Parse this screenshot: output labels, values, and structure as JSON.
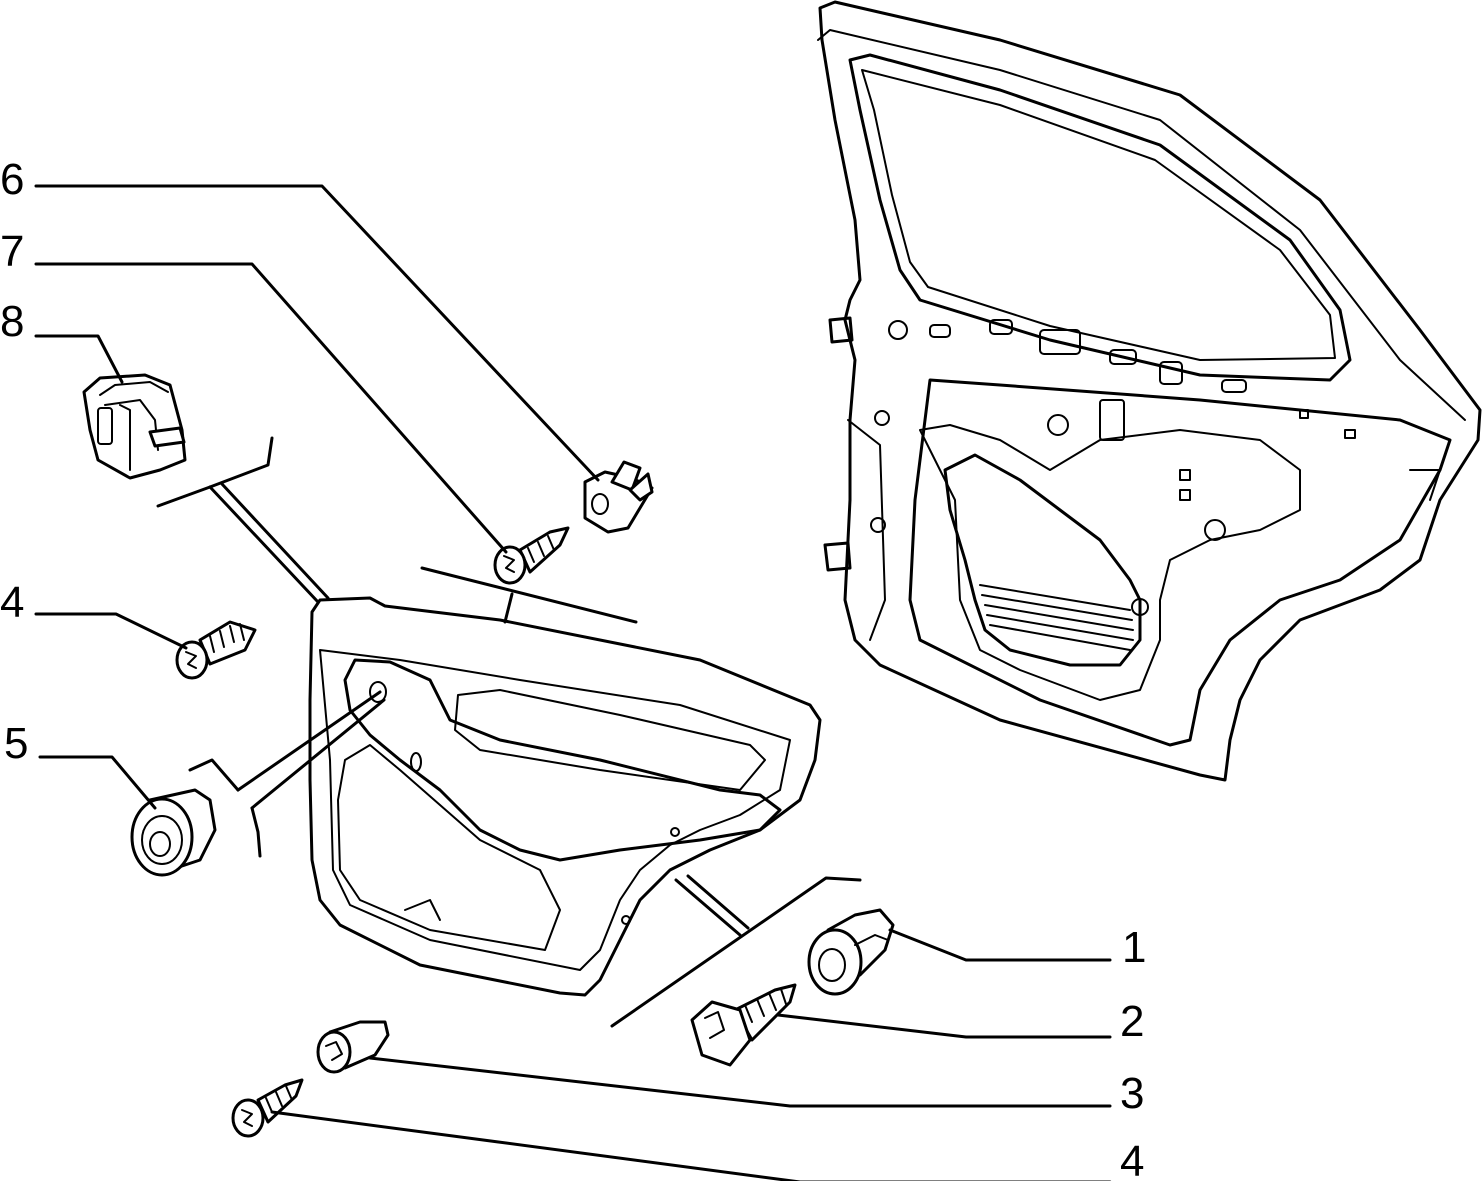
{
  "callouts": {
    "c6": "6",
    "c7": "7",
    "c8": "8",
    "c4_left": "4",
    "c5": "5",
    "c1": "1",
    "c2": "2",
    "c3": "3",
    "c4_bottom": "4"
  }
}
